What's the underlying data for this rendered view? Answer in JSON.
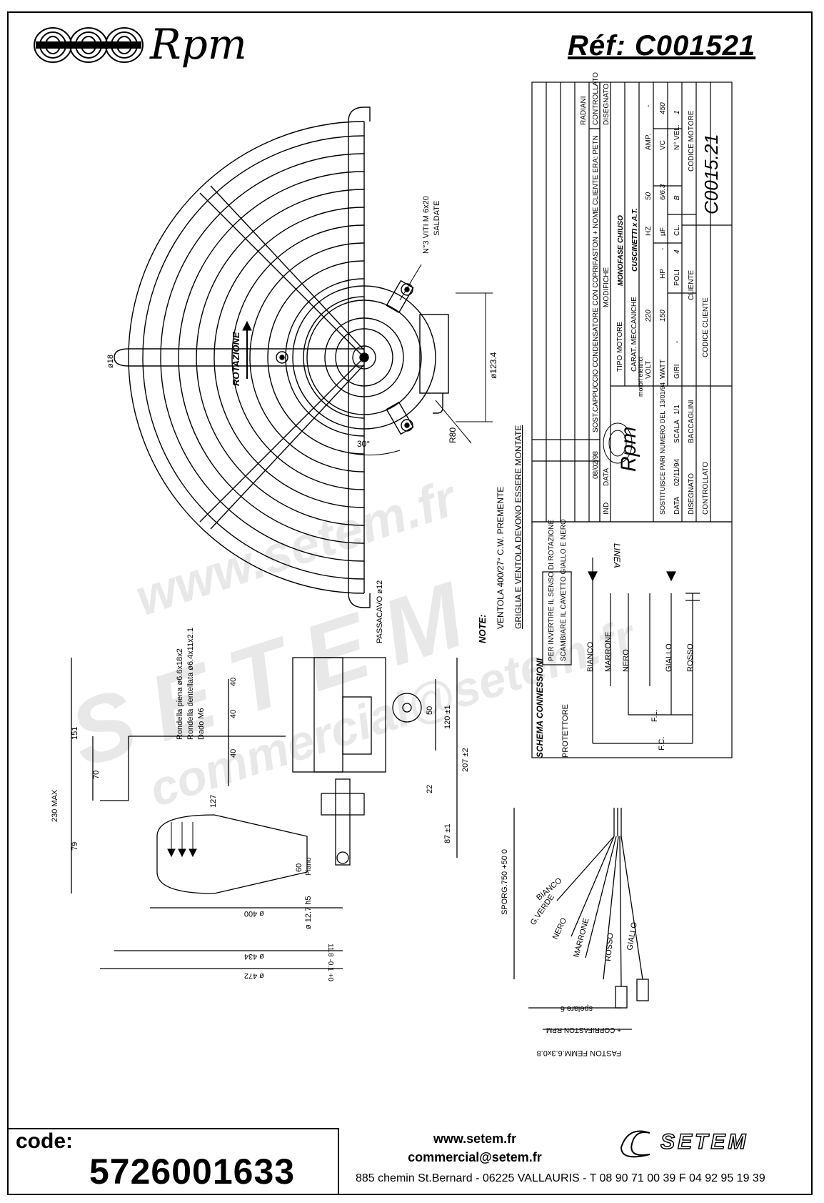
{
  "brand": {
    "name": "Rpm"
  },
  "header": {
    "reference": "Réf:  C001521"
  },
  "title_block": {
    "revision_1": "SOST.CAPPUCCIO CONDENSATORE CON COPRIFASTON + NOME CLIENTE ERA: PETN",
    "revision_date": "08/02/98",
    "ind_label": "IND",
    "data_label": "DATA",
    "modifiche": "MODIFICHE",
    "disegnato": "DISEGNATO",
    "controllato": "CONTROLLATO",
    "radiani": "RADIANI",
    "tipo_motore_label": "TIPO MOTORE",
    "tipo_motore": "MONOFASE CHIUSO",
    "carat_label": "CARAT. MECCANICHE",
    "carat": "CUSCINETTI x A.T.",
    "volt_label": "VOLT",
    "volt": "220",
    "hz_label": "HZ",
    "hz": "50",
    "amp_label": "AMP.",
    "amp": "-",
    "watt_label": "WATT",
    "watt": "150",
    "hp_label": "HP",
    "hp": "-",
    "uf_label": "µF",
    "uf": "6/6.3",
    "vc_label": "VC",
    "vc": "450",
    "giri_label": "GIRI",
    "giri": "-",
    "poli_label": "POLI",
    "poli": "4",
    "cl_label": "CL.",
    "cl": "B",
    "nvel_label": "N° VEL.",
    "nvel": "1",
    "cliente_label": "CLIENTE",
    "codice_motore_label": "CODICE MOTORE",
    "codice_motore": "C0015.21",
    "codice_cliente_label": "CODICE CLIENTE",
    "motori": "motori elettrici",
    "sostituisce": "SOSTITUISCE PARI NUMERO DEL",
    "sostituisce_date": "13/01/94",
    "data_row": "DATA",
    "data_val": "02/11/94",
    "scala_label": "SCALA",
    "scala": "1/1",
    "disegnato_name": "BACCAGLINI"
  },
  "notes": {
    "title": "NOTE:",
    "line1": "VENTOLA 400/27° C.W. PREMENTE",
    "line2": "GRIGLIA E VENTOLA DEVONO ESSERE MONTATE"
  },
  "front_view": {
    "rotation": "ROTAZIONE",
    "screws_1": "N°3 VITI M 6x20",
    "screws_2": "SALDATE",
    "dia_1234": "ø123.4",
    "r80": "R80",
    "angle": "30°",
    "dia_18": "ø18"
  },
  "side_view": {
    "passacavo": "PASSACAVO ø12",
    "rondella_1": "Rondella piena ø6.6x18x2",
    "rondella_2": "Rondella dentellata ø6.4x11x2.1",
    "dado": "Dado M6",
    "d40a": "40",
    "d40b": "40",
    "d40c": "40",
    "d151": "151",
    "d70": "70",
    "d127": "127",
    "d79": "79",
    "d230": "230 MAX",
    "d50": "50",
    "d120": "120 ±1",
    "d207": "207 ±2",
    "d22": "22",
    "d87": "87 ±1",
    "d60": "60",
    "piano": "Piano",
    "d127h": "ø 12.7 h5",
    "d118": "11.8 -0.1 +0",
    "d400": "ø 400",
    "d434": "ø 434",
    "d472": "ø 472"
  },
  "wiring": {
    "title": "SCHEMA CONNESSIONI",
    "protettore": "PROTETTORE",
    "note_1": "PER INVERTIRE IL SENSO DI ROTAZIONE",
    "note_2": "SCAMBIARE IL CAVETTO GIALLO E NERO",
    "linea": "LINEA",
    "bianco": "BIANCO",
    "marrone": "MARRONE",
    "nero": "NERO",
    "giallo": "GIALLO",
    "rosso": "ROSSO",
    "fc": "F.C.",
    "fl": "F.L."
  },
  "cables": {
    "sporg": "SPORG.750 +50 0",
    "bianco": "BIANCO",
    "gverde": "G.VERDE",
    "nero": "NERO",
    "marrone": "MARRONE",
    "rosso": "ROSSO",
    "giallo": "GIALLO",
    "spelare": "spelare 6",
    "coprifaston": "+ COPRIFASTON RPM",
    "faston": "FASTON FEMM.6.3x0.8"
  },
  "watermark": {
    "url": "www.setem.fr",
    "name": "SETEM",
    "email": "commercial@setem.fr"
  },
  "footer": {
    "code_label": "code:",
    "code": "5726001633",
    "website": "www.setem.fr",
    "email": "commercial@setem.fr",
    "address": "885 chemin St.Bernard  -  06225 VALLAURIS  -  T 08 90 71 00 39   F 04 92 95 19 39",
    "company": "SETEM"
  }
}
